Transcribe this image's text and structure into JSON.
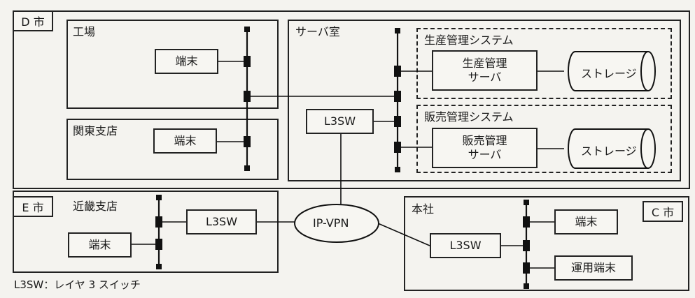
{
  "cities": {
    "d": "D 市",
    "e": "E 市",
    "c": "C 市"
  },
  "sites": {
    "factory": "工場",
    "kanto": "関東支店",
    "server_room": "サーバ室",
    "kinki": "近畿支店",
    "hq": "本社"
  },
  "systems": {
    "production": "生産管理システム",
    "sales": "販売管理システム"
  },
  "nodes": {
    "terminal": "端末",
    "ops_terminal": "運用端末",
    "l3sw": "L3SW",
    "prod_server_l1": "生産管理",
    "prod_server_l2": "サーバ",
    "sales_server_l1": "販売管理",
    "sales_server_l2": "サーバ",
    "storage": "ストレージ",
    "ipvpn": "IP-VPN"
  },
  "legend": "L3SW：レイヤ 3 スイッチ"
}
